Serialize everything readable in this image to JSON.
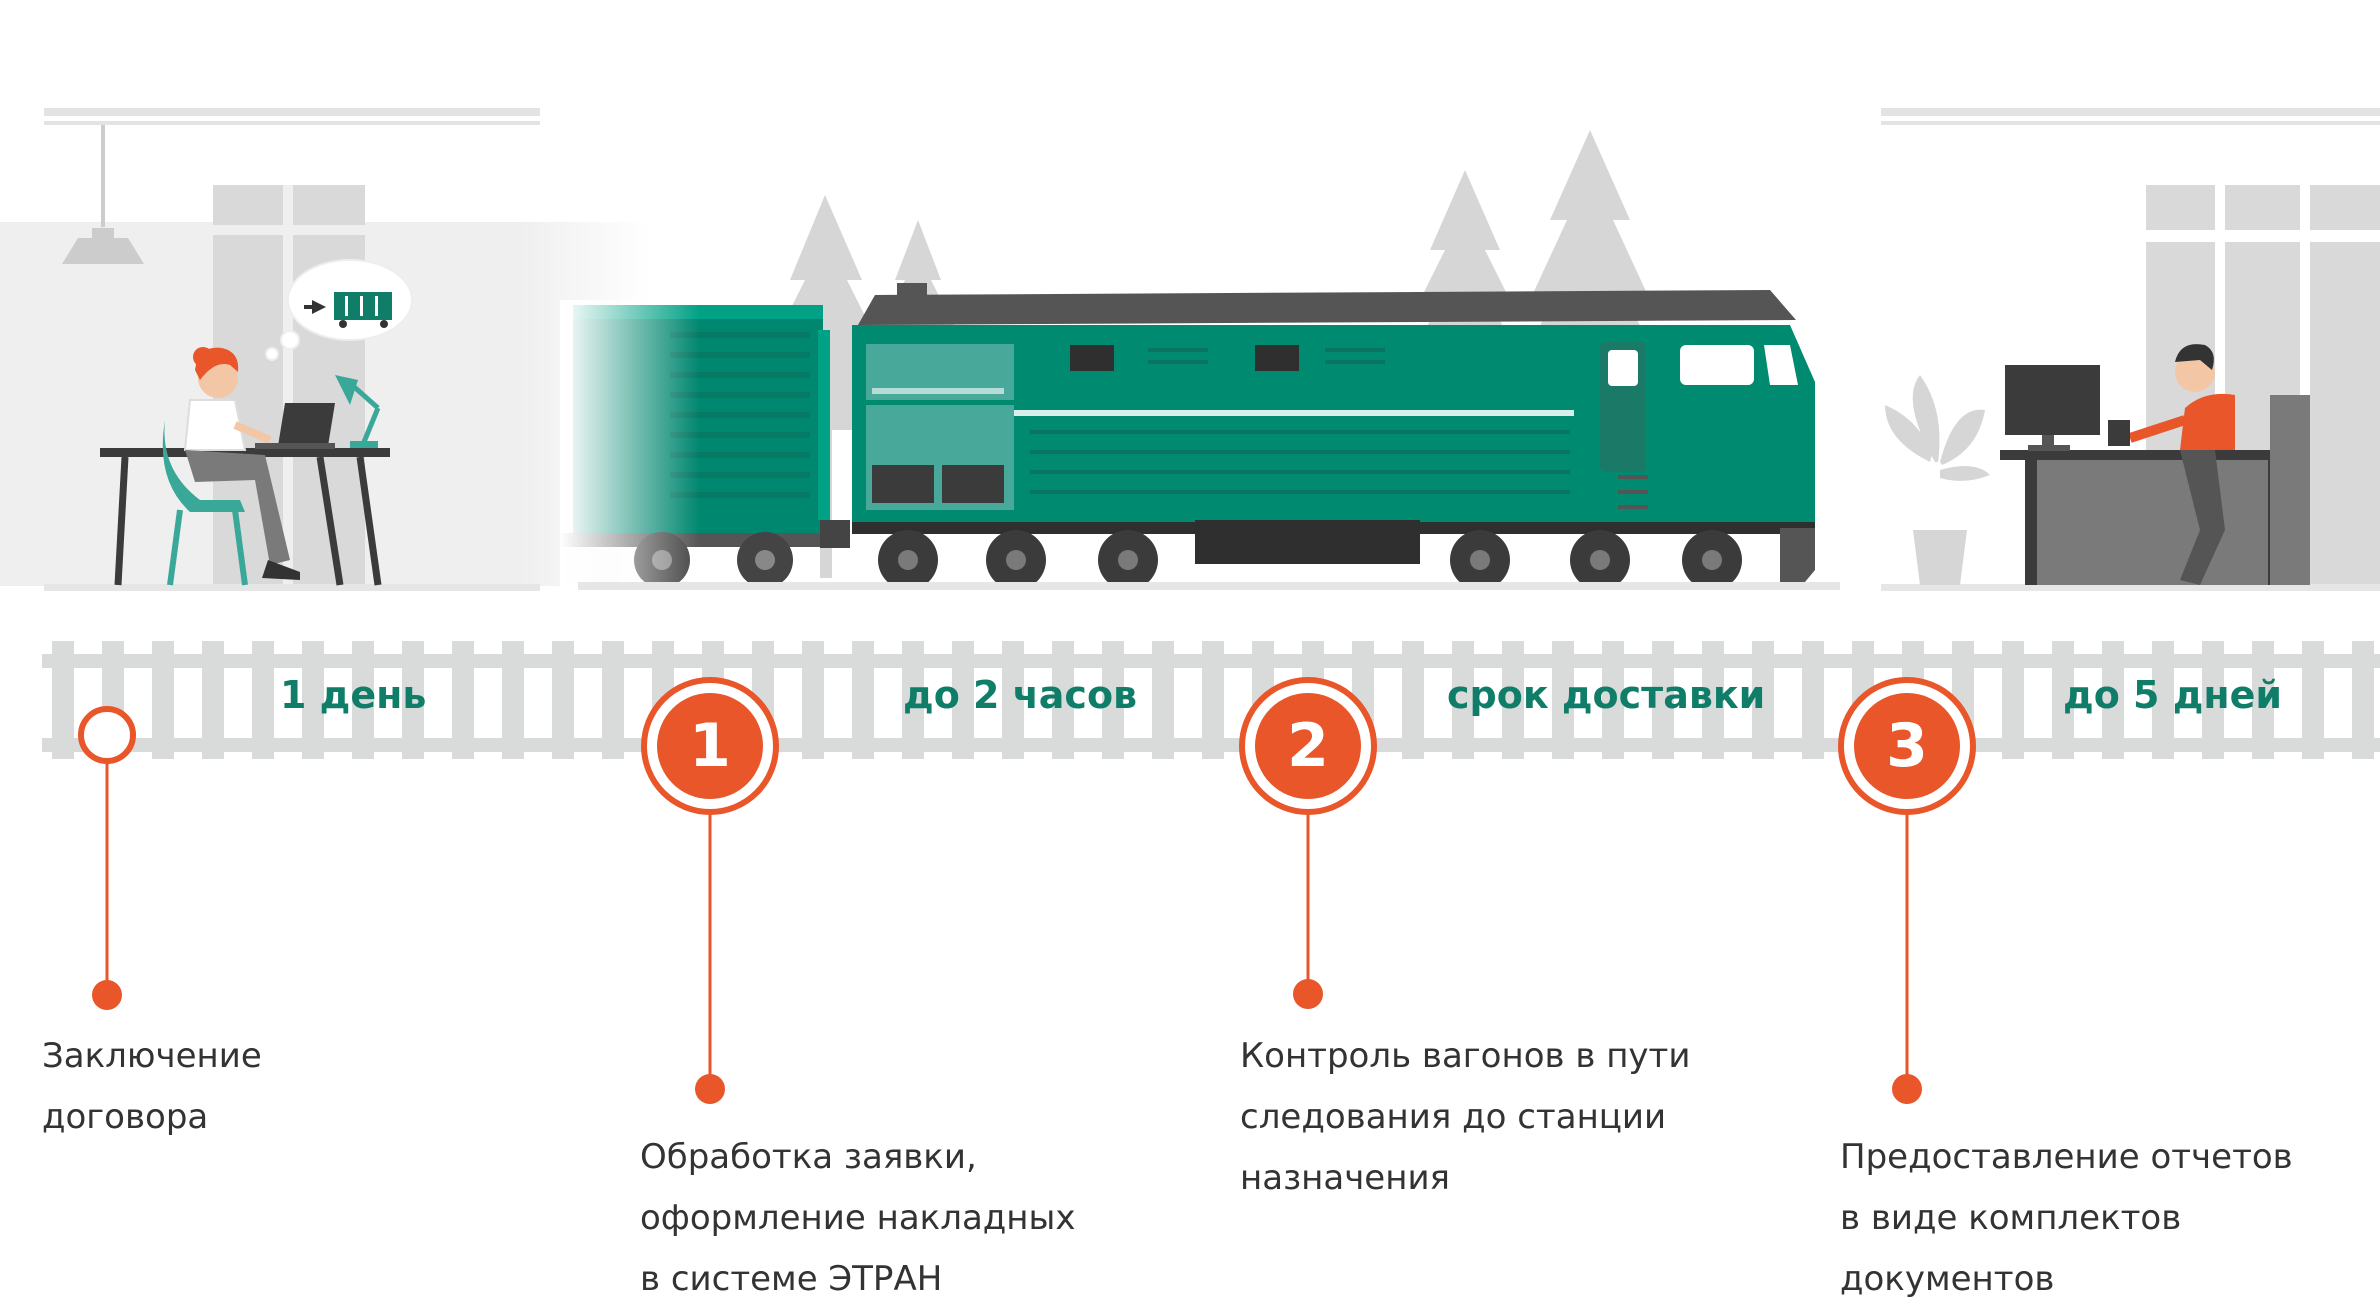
{
  "durations": [
    "1 день",
    "до 2 часов",
    "срок доставки",
    "до 5 дней"
  ],
  "steps": [
    {
      "number": "",
      "lines": [
        "Заключение",
        "договора"
      ]
    },
    {
      "number": "1",
      "lines": [
        "Обработка заявки,",
        "оформление накладных",
        "в системе ЭТРАН"
      ]
    },
    {
      "number": "2",
      "lines": [
        "Контроль вагонов в пути",
        "следования до станции",
        "назначения"
      ]
    },
    {
      "number": "3",
      "lines": [
        "Предоставление отчетов",
        "в виде комплектов",
        "документов"
      ]
    }
  ],
  "colors": {
    "accent": "#e8562a",
    "green": "#0f7d68",
    "locomotive": "#008a70",
    "track": "#d9dbdb",
    "text": "#333333"
  },
  "icons": [
    "ceiling-lamp-icon",
    "desk-lamp-icon",
    "laptop-icon",
    "wagon-thought-icon",
    "monitor-icon",
    "potted-plant-icon",
    "fir-tree-icon"
  ]
}
